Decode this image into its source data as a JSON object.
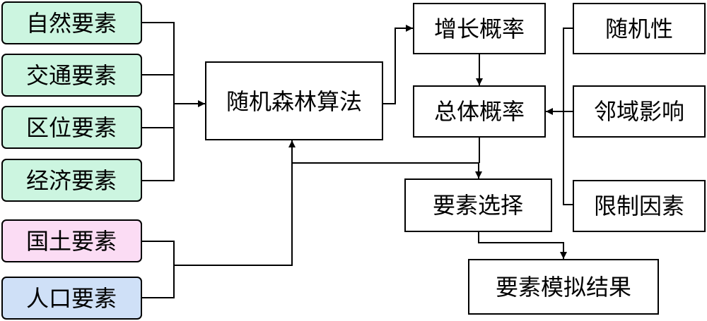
{
  "colors": {
    "green": "#ccf5e0",
    "pink": "#fbdcf4",
    "blue": "#cfe0f7",
    "white": "#ffffff"
  },
  "inputs": {
    "natural": "自然要素",
    "traffic": "交通要素",
    "location": "区位要素",
    "economy": "经济要素",
    "land": "国土要素",
    "population": "人口要素"
  },
  "process": {
    "random_forest": "随机森林算法",
    "growth_prob": "增长概率",
    "total_prob": "总体概率",
    "selection": "要素选择",
    "result": "要素模拟结果"
  },
  "factors": {
    "randomness": "随机性",
    "neighborhood": "邻域影响",
    "constraint": "限制因素"
  }
}
